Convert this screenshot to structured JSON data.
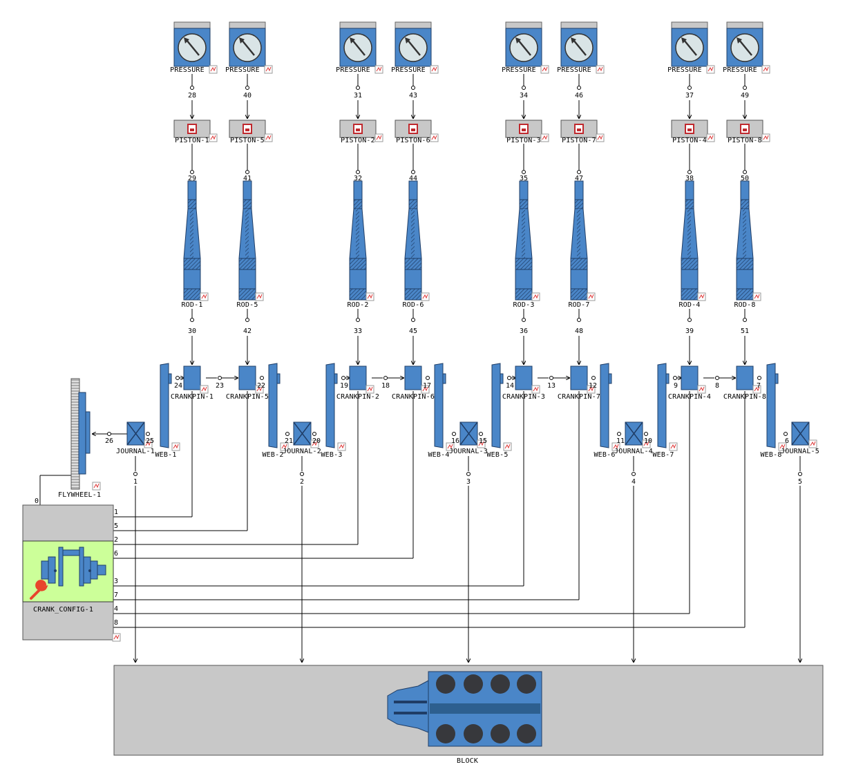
{
  "colors": {
    "component_blue": "#4a86c8",
    "component_outline": "#1f3d66",
    "panel_gray": "#c8c8c8",
    "config_highlight": "#ccff99",
    "wrench_red": "#e8452c",
    "gauge_face": "#d9e4e6",
    "link_line": "#000000"
  },
  "pressure_label": "PRESSURE",
  "pressure_blocks": [
    {
      "label": "PRESSURE",
      "link": "28"
    },
    {
      "label": "PRESSURE",
      "link": "40"
    },
    {
      "label": "PRESSURE",
      "link": "31"
    },
    {
      "label": "PRESSURE",
      "link": "43"
    },
    {
      "label": "PRESSURE",
      "link": "34"
    },
    {
      "label": "PRESSURE",
      "link": "46"
    },
    {
      "label": "PRESSURE",
      "link": "37"
    },
    {
      "label": "PRESSURE",
      "link": "49"
    }
  ],
  "pistons": [
    {
      "label": "PISTON-1",
      "link": "29"
    },
    {
      "label": "PISTON-5",
      "link": "41"
    },
    {
      "label": "PISTON-2",
      "link": "32"
    },
    {
      "label": "PISTON-6",
      "link": "44"
    },
    {
      "label": "PISTON-3",
      "link": "35"
    },
    {
      "label": "PISTON-7",
      "link": "47"
    },
    {
      "label": "PISTON-4",
      "link": "38"
    },
    {
      "label": "PISTON-8",
      "link": "50"
    }
  ],
  "rods": [
    {
      "label": "ROD-1",
      "link": "30"
    },
    {
      "label": "ROD-5",
      "link": "42"
    },
    {
      "label": "ROD-2",
      "link": "33"
    },
    {
      "label": "ROD-6",
      "link": "45"
    },
    {
      "label": "ROD-3",
      "link": "36"
    },
    {
      "label": "ROD-7",
      "link": "48"
    },
    {
      "label": "ROD-4",
      "link": "39"
    },
    {
      "label": "ROD-8",
      "link": "51"
    }
  ],
  "crankpins": [
    {
      "label": "CRANKPIN-1",
      "link_left": "24",
      "link_right": ""
    },
    {
      "label": "CRANKPIN-5",
      "link_left": "23",
      "link_right": "22"
    },
    {
      "label": "CRANKPIN-2",
      "link_left": "19",
      "link_right": ""
    },
    {
      "label": "CRANKPIN-6",
      "link_left": "18",
      "link_right": "17"
    },
    {
      "label": "CRANKPIN-3",
      "link_left": "14",
      "link_right": ""
    },
    {
      "label": "CRANKPIN-7",
      "link_left": "13",
      "link_right": "12"
    },
    {
      "label": "CRANKPIN-4",
      "link_left": "9",
      "link_right": ""
    },
    {
      "label": "CRANKPIN-8",
      "link_left": "8",
      "link_right": "7"
    }
  ],
  "webs": [
    "WEB-1",
    "WEB-2",
    "WEB-3",
    "WEB-4",
    "WEB-5",
    "WEB-6",
    "WEB-7",
    "WEB-8"
  ],
  "journals": [
    {
      "label": "JOURNAL-1",
      "link_left": "",
      "link_right": "25",
      "link_down": "1"
    },
    {
      "label": "JOURNAL-2",
      "link_left": "21",
      "link_right": "20",
      "link_down": "2"
    },
    {
      "label": "JOURNAL-3",
      "link_left": "16",
      "link_right": "15",
      "link_down": "3"
    },
    {
      "label": "JOURNAL-4",
      "link_left": "11",
      "link_right": "10",
      "link_down": "4"
    },
    {
      "label": "JOURNAL-5",
      "link_left": "6",
      "link_right": "",
      "link_down": "5"
    }
  ],
  "flywheel": {
    "label": "FLYWHEEL-1",
    "link": "26",
    "link_to_config": "0"
  },
  "crank_config": {
    "label": "CRANK_CONFIG-1",
    "ports": [
      "1",
      "5",
      "2",
      "6",
      "3",
      "7",
      "4",
      "8"
    ]
  },
  "block": {
    "label": "BLOCK"
  }
}
